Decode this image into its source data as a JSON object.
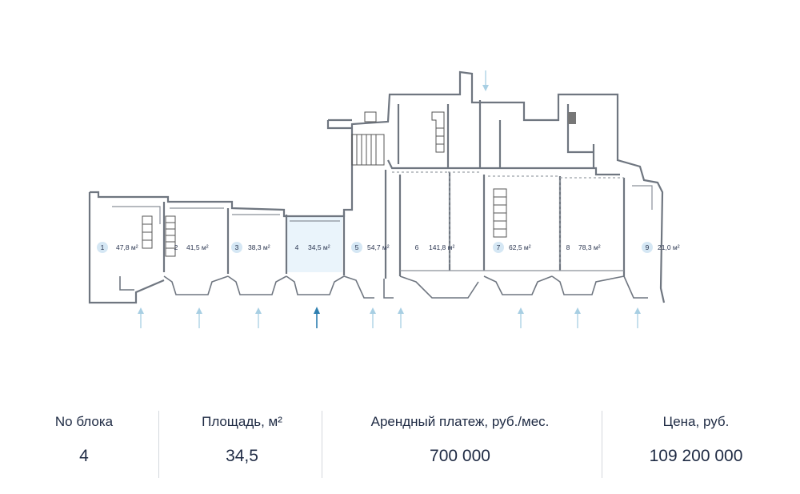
{
  "plan": {
    "units": [
      {
        "num": "1",
        "area": "47,8 м²",
        "highlight": true
      },
      {
        "num": "2",
        "area": "41,5 м²",
        "highlight": false
      },
      {
        "num": "3",
        "area": "38,3 м²",
        "highlight": true
      },
      {
        "num": "4",
        "area": "34,5 м²",
        "highlight": false,
        "selected": true
      },
      {
        "num": "5",
        "area": "54,7 м²",
        "highlight": true
      },
      {
        "num": "6",
        "area": "141,8 м²",
        "highlight": false
      },
      {
        "num": "7",
        "area": "62,5 м²",
        "highlight": true
      },
      {
        "num": "8",
        "area": "78,3 м²",
        "highlight": false
      },
      {
        "num": "9",
        "area": "21,0 м²",
        "highlight": true
      }
    ]
  },
  "summary": {
    "block_label": "No блока",
    "block_value": "4",
    "area_label": "Площадь, м²",
    "area_value": "34,5",
    "rent_label": "Арендный платеж, руб./мес.",
    "rent_value": "700 000",
    "price_label": "Цена, руб.",
    "price_value": "109 200 000"
  },
  "colors": {
    "badge_fill": "#d5e7f4",
    "entrance_arrow": "#a8cfe3",
    "entrance_arrow_selected": "#2e7fb0",
    "selected_fill": "#eaf4fb",
    "text": "#1f2b44"
  }
}
